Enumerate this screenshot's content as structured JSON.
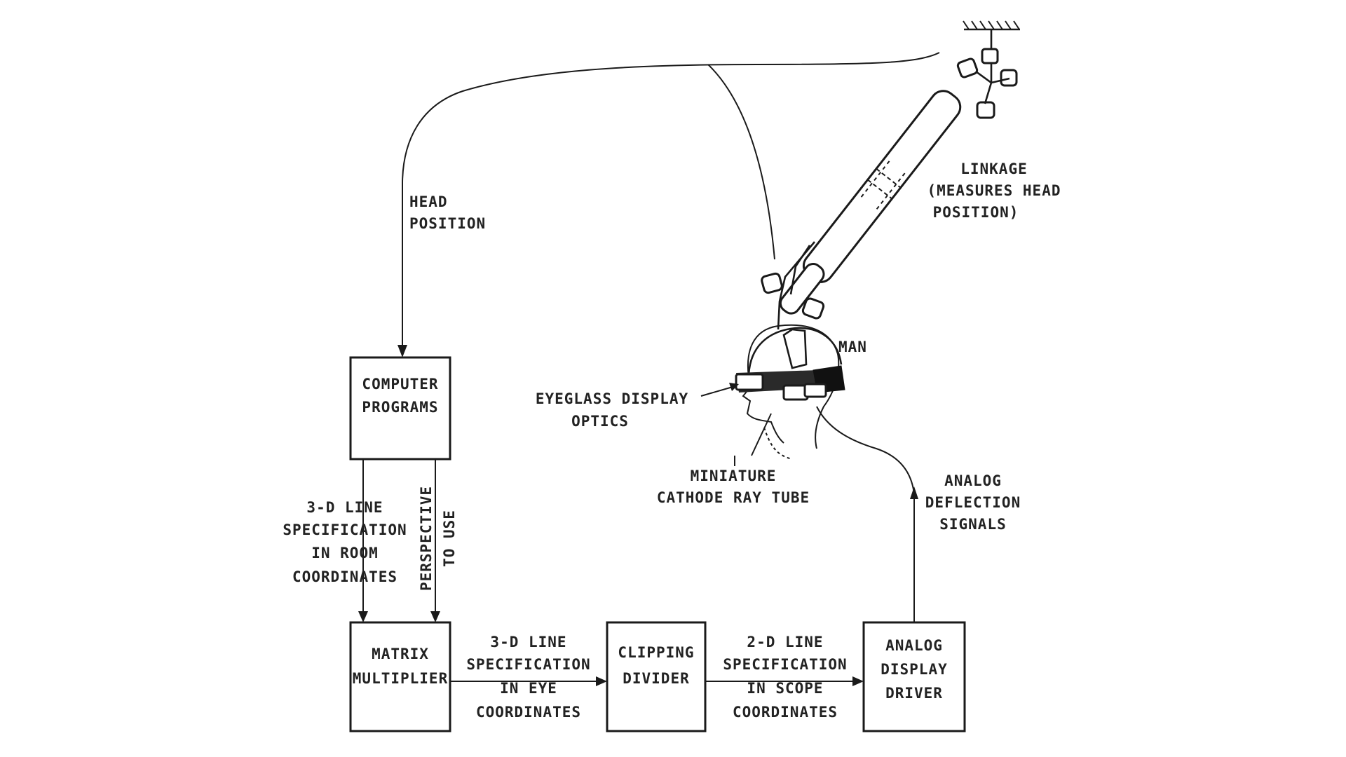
{
  "boxes": {
    "computer_programs": [
      "COMPUTER",
      "PROGRAMS"
    ],
    "matrix_multiplier": [
      "MATRIX",
      "MULTIPLIER"
    ],
    "clipping_divider": [
      "CLIPPING",
      "DIVIDER"
    ],
    "analog_display_driver": [
      "ANALOG",
      "DISPLAY",
      "DRIVER"
    ]
  },
  "labels": {
    "head_position": [
      "HEAD",
      "POSITION"
    ],
    "linkage": [
      "LINKAGE",
      "(MEASURES HEAD",
      "POSITION)"
    ],
    "man": "MAN",
    "eyeglass": [
      "EYEGLASS DISPLAY",
      "OPTICS"
    ],
    "crt": [
      "MINIATURE",
      "CATHODE RAY TUBE"
    ],
    "analog_signals": [
      "ANALOG",
      "DEFLECTION",
      "SIGNALS"
    ],
    "room_spec": [
      "3-D LINE",
      "SPECIFICATION",
      "IN ROOM",
      "COORDINATES"
    ],
    "perspective": [
      "PERSPECTIVE",
      "TO USE"
    ],
    "eye_spec": [
      "3-D LINE",
      "SPECIFICATION",
      "IN EYE",
      "COORDINATES"
    ],
    "scope_spec": [
      "2-D LINE",
      "SPECIFICATION",
      "IN SCOPE",
      "COORDINATES"
    ]
  }
}
